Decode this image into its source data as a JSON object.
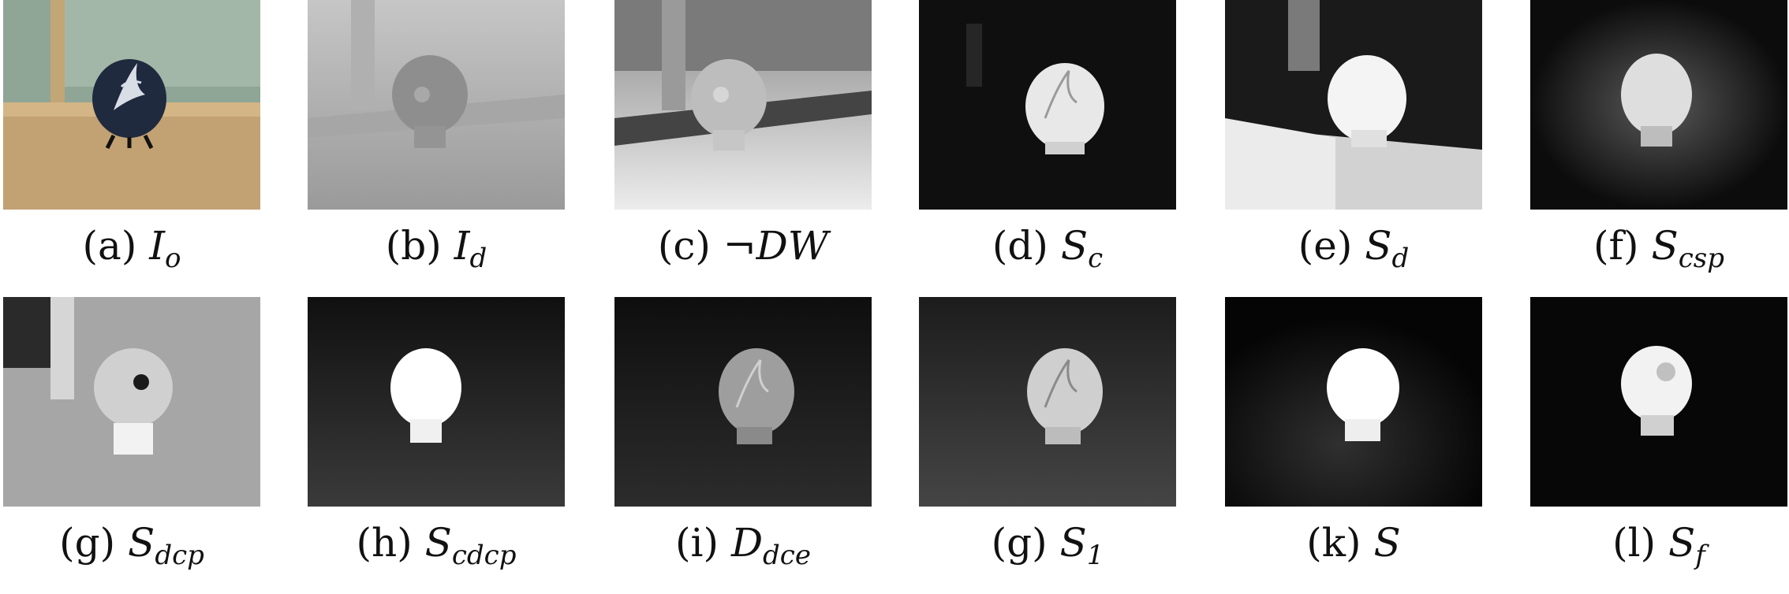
{
  "figure": {
    "panels": [
      {
        "id": "a",
        "label": "(a)",
        "symbol": "I",
        "sub": "o",
        "prefix": ""
      },
      {
        "id": "b",
        "label": "(b)",
        "symbol": "I",
        "sub": "d",
        "prefix": ""
      },
      {
        "id": "c",
        "label": "(c)",
        "symbol": "DW",
        "sub": "",
        "prefix": "¬"
      },
      {
        "id": "d",
        "label": "(d)",
        "symbol": "S",
        "sub": "c",
        "prefix": ""
      },
      {
        "id": "e",
        "label": "(e)",
        "symbol": "S",
        "sub": "d",
        "prefix": ""
      },
      {
        "id": "f",
        "label": "(f)",
        "symbol": "S",
        "sub": "csp",
        "prefix": ""
      },
      {
        "id": "g",
        "label": "(g)",
        "symbol": "S",
        "sub": "dcp",
        "prefix": ""
      },
      {
        "id": "h",
        "label": "(h)",
        "symbol": "S",
        "sub": "cdcp",
        "prefix": ""
      },
      {
        "id": "i",
        "label": "(i)",
        "symbol": "D",
        "sub": "dce",
        "prefix": ""
      },
      {
        "id": "g2",
        "label": "(g)",
        "symbol": "S",
        "sub": "1",
        "prefix": ""
      },
      {
        "id": "k",
        "label": "(k)",
        "symbol": "S",
        "sub": "",
        "prefix": ""
      },
      {
        "id": "l",
        "label": "(l)",
        "symbol": "S",
        "sub": "f",
        "prefix": ""
      }
    ]
  }
}
